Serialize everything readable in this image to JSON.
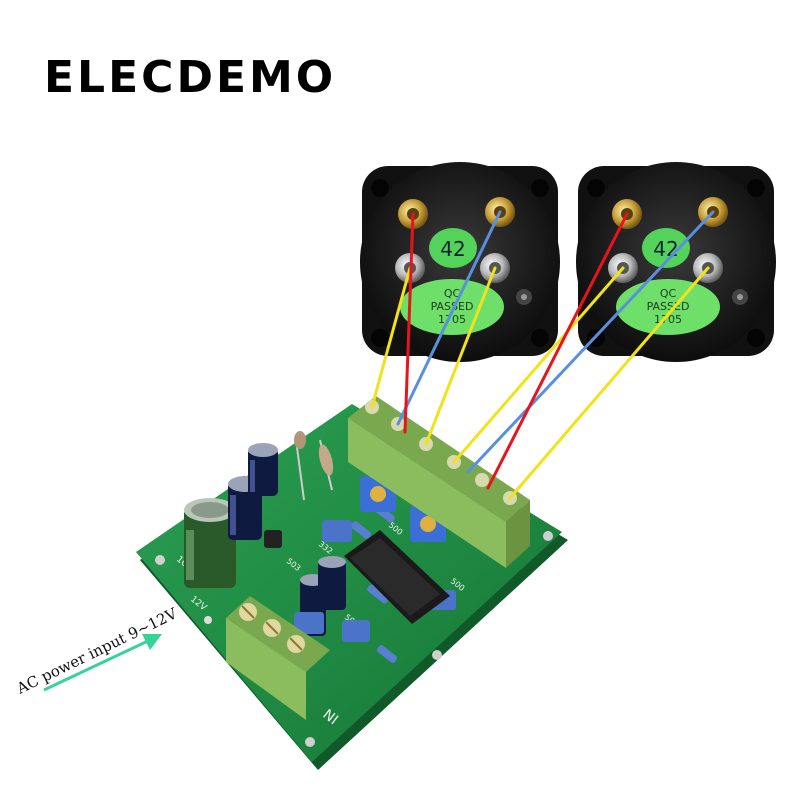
{
  "brand": {
    "name": "ELECDEMO"
  },
  "meters": [
    {
      "badge": "42",
      "qc_line1": "QC",
      "qc_line2": "PASSED",
      "qc_line3": "1705"
    },
    {
      "badge": "42",
      "qc_line1": "QC",
      "qc_line2": "PASSED",
      "qc_line3": "1705"
    }
  ],
  "board": {
    "power_annotation": "AC power input 9~12V",
    "silkscreen_in": "NI",
    "silkscreen_codes": [
      "12V",
      "100",
      "500",
      "503",
      "332",
      "50C",
      "500"
    ]
  },
  "colors": {
    "board": "#1f8a44",
    "terminal": "#8bbd5e",
    "wire_red": "#e8141b",
    "wire_blue": "#5a8fe0",
    "wire_yellow": "#f2e21a",
    "arrow": "#35d39a",
    "meter_body": "#1a1a1a",
    "badge_green": "#54d35a"
  }
}
